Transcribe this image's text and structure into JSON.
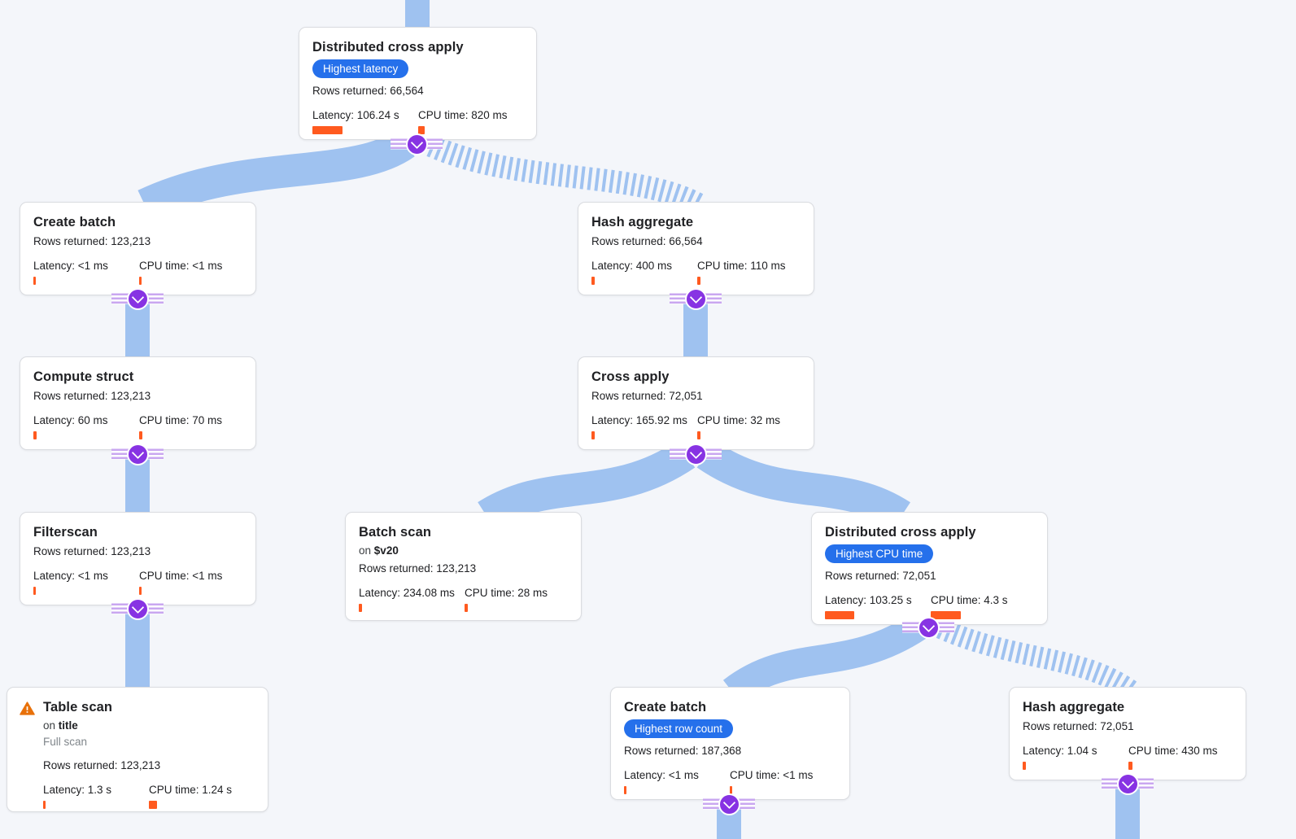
{
  "colors": {
    "background": "#F4F6FA",
    "card_bg": "#FFFFFF",
    "card_border": "#DADCE0",
    "edge": "#9FC2F0",
    "badge": "#2570EB",
    "bar": "#FF5A1F",
    "warning": "#E8710A",
    "connector": "#8733E3",
    "connector_stripe": "#C9A7F0",
    "text": "#202124",
    "muted": "#80868B"
  },
  "nodes": [
    {
      "title": "Distributed cross apply",
      "badge": "Highest latency",
      "rows": "Rows returned: 66,564",
      "latency": "Latency: 106.24 s",
      "latency_bar": 37,
      "cpu": "CPU time: 820 ms",
      "cpu_bar": 8
    },
    {
      "title": "Create batch",
      "rows": "Rows returned: 123,213",
      "latency": "Latency: <1 ms",
      "latency_bar": 3,
      "cpu": "CPU time: <1 ms",
      "cpu_bar": 3
    },
    {
      "title": "Hash aggregate",
      "rows": "Rows returned: 66,564",
      "latency": "Latency: 400 ms",
      "latency_bar": 4,
      "cpu": "CPU time: 110 ms",
      "cpu_bar": 4
    },
    {
      "title": "Compute struct",
      "rows": "Rows returned: 123,213",
      "latency": "Latency: 60 ms",
      "latency_bar": 4,
      "cpu": "CPU time: 70 ms",
      "cpu_bar": 4
    },
    {
      "title": "Cross apply",
      "rows": "Rows returned: 72,051",
      "latency": "Latency: 165.92 ms",
      "latency_bar": 4,
      "cpu": "CPU time: 32 ms",
      "cpu_bar": 4
    },
    {
      "title": "Filterscan",
      "rows": "Rows returned: 123,213",
      "latency": "Latency: <1 ms",
      "latency_bar": 3,
      "cpu": "CPU time: <1 ms",
      "cpu_bar": 3
    },
    {
      "title": "Batch scan",
      "on_prefix": "on",
      "on_target": "$v20",
      "rows": "Rows returned: 123,213",
      "latency": "Latency: 234.08 ms",
      "latency_bar": 4,
      "cpu": "CPU time: 28 ms",
      "cpu_bar": 4
    },
    {
      "title": "Distributed cross apply",
      "badge": "Highest CPU time",
      "rows": "Rows returned: 72,051",
      "latency": "Latency: 103.25 s",
      "latency_bar": 36,
      "cpu": "CPU time: 4.3 s",
      "cpu_bar": 37
    },
    {
      "title": "Table scan",
      "on_prefix": "on",
      "on_target": "title",
      "scan_type": "Full scan",
      "rows": "Rows returned: 123,213",
      "latency": "Latency: 1.3 s",
      "latency_bar": 3,
      "cpu": "CPU time: 1.24 s",
      "cpu_bar": 10
    },
    {
      "title": "Create batch",
      "badge": "Highest row count",
      "rows": "Rows returned: 187,368",
      "latency": "Latency: <1 ms",
      "latency_bar": 3,
      "cpu": "CPU time: <1 ms",
      "cpu_bar": 3
    },
    {
      "title": "Hash aggregate",
      "rows": "Rows returned: 72,051",
      "latency": "Latency: 1.04 s",
      "latency_bar": 4,
      "cpu": "CPU time: 430 ms",
      "cpu_bar": 5
    }
  ]
}
